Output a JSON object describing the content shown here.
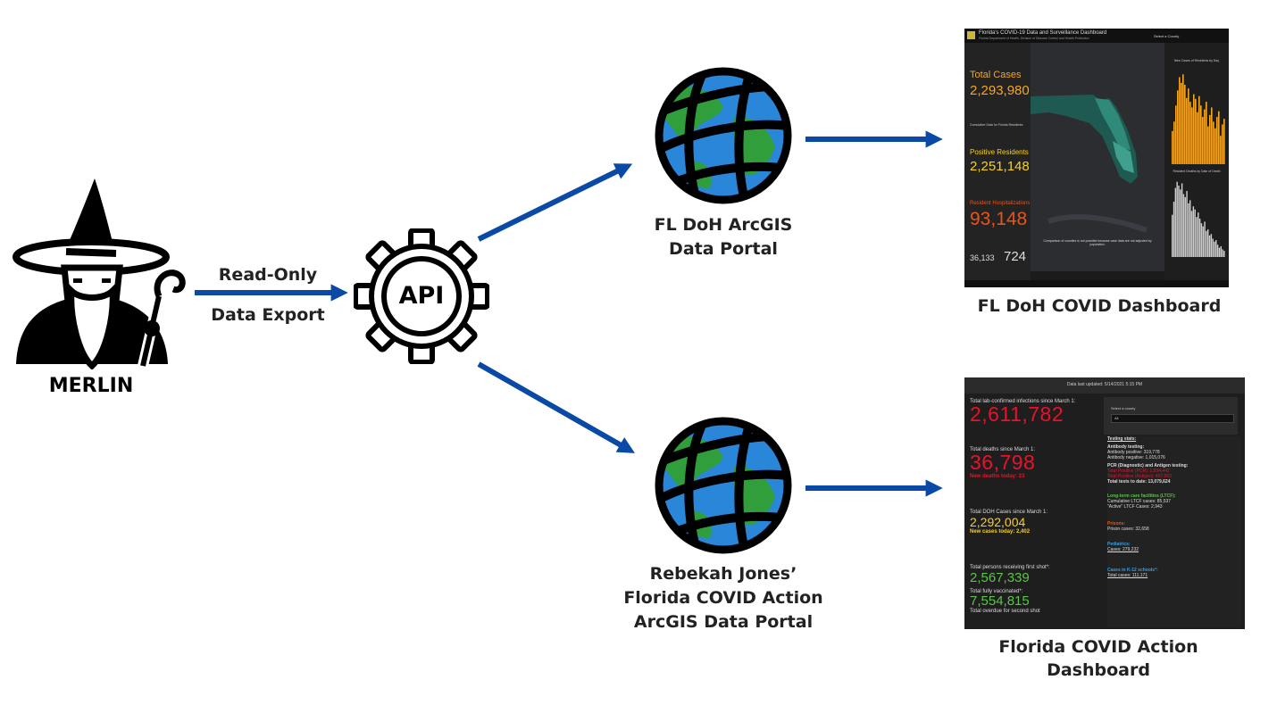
{
  "colors": {
    "arrow": "#0a4aa6",
    "label": "#222222",
    "orange": "#f5a623",
    "red": "#e8132a",
    "green": "#5cc34b",
    "yellow": "#f7d020"
  },
  "labels": {
    "merlin": "MERLIN",
    "read_only": "Read-Only",
    "data_export": "Data Export",
    "api": "API",
    "fl_doh_portal_line1": "FL DoH ArcGIS",
    "fl_doh_portal_line2": "Data Portal",
    "rj_portal_line1": "Rebekah Jones’",
    "rj_portal_line2": "Florida COVID Action",
    "rj_portal_line3": "ArcGIS Data Portal",
    "fl_doh_dashboard": "FL DoH COVID Dashboard",
    "fca_dashboard_line1": "Florida COVID Action",
    "fca_dashboard_line2": "Dashboard"
  },
  "icons": {
    "wizard": "wizard-icon",
    "api_gear": "gear-icon",
    "globe_1": "globe-grid-icon",
    "globe_2": "globe-grid-icon"
  },
  "fl_doh_dashboard": {
    "title": "Florida's COVID-19 Data and Surveillance Dashboard",
    "subtitle": "Florida Department of Health, Division of Disease Control and Health Protection",
    "select_county": "Select a County",
    "chart1_title": "New Cases of Residents by Day",
    "chart2_title": "Resident Deaths by Date of Death",
    "total_cases_label": "Total Cases",
    "total_cases_value": "2,293,980",
    "cumulative_note": "Cumulative Data for Florida Residents:",
    "positive_label": "Positive Residents",
    "positive_value": "2,251,148",
    "hosp_label": "Resident Hospitalizations",
    "hosp_value": "93,148",
    "deaths_left_value": "36,133",
    "deaths_right_value": "724",
    "map_note": "Comparison of counties is not possible because case data are not adjusted by population.",
    "new_cases_series": [
      0.35,
      0.45,
      0.62,
      0.78,
      0.92,
      0.86,
      0.95,
      0.84,
      0.7,
      0.8,
      0.66,
      0.6,
      0.74,
      0.69,
      0.55,
      0.72,
      0.62,
      0.5,
      0.58,
      0.66,
      0.4,
      0.52,
      0.6,
      0.45,
      0.38,
      0.5,
      0.56,
      0.3,
      0.42,
      0.48
    ],
    "deaths_series": [
      0.55,
      0.72,
      0.9,
      0.98,
      0.93,
      0.88,
      0.96,
      0.82,
      0.78,
      0.86,
      0.7,
      0.74,
      0.6,
      0.66,
      0.62,
      0.52,
      0.58,
      0.5,
      0.44,
      0.4,
      0.46,
      0.34,
      0.36,
      0.28,
      0.3,
      0.24,
      0.2,
      0.22,
      0.16,
      0.12,
      0.14,
      0.1,
      0.08
    ]
  },
  "fca_dashboard": {
    "updated": "Data last updated: 5/14/2021 5:15 PM",
    "infections_label": "Total lab-confirmed infections since March 1:",
    "infections_value": "2,611,782",
    "deaths_label": "Total deaths since March 1:",
    "deaths_value": "36,798",
    "new_deaths": "New deaths today: 23",
    "doh_cases_label": "Total DOH Cases since March 1:",
    "doh_cases_value": "2,292,004",
    "new_cases": "New cases today: 2,402",
    "first_shot_label": "Total persons receiving first shot*:",
    "first_shot_value": "2,567,339",
    "fully_vacc_label": "Total fully vaccinated*:",
    "fully_vacc_value": "7,554,815",
    "overdue_label": "Total overdue for second shot",
    "select_county": "Select a county",
    "county_value": "All",
    "testing_stats": "Testing stats:",
    "antibody": "Antibody testing:",
    "antibody_pos": "Antibody positive: 319,778",
    "antibody_neg": "Antibody negative: 1,015,076",
    "pcr": "PCR (Diagnostic) and Antigen testing:",
    "pcr_pos": "Total Positive (PCR): 1,834,442",
    "antigen_pos": "Total Positive (Antigen): 457,562",
    "tests_to_date": "Total tests to date: 13,079,624",
    "ltcf": "Long-term care facilities (LTCF):",
    "ltcf_cases": "Cumulative LTCF cases: 85,537",
    "ltcf_active": "\"Active\" LTCF Cases: 2,943",
    "prisons": "Prisons:",
    "prison_cases": "Prison cases: 32,658",
    "pediatrics": "Pediatrics:",
    "ped_cases": "Cases: 279,232",
    "k12": "Cases in K-12 schools*:",
    "k12_total": "Total cases: 111,171"
  }
}
